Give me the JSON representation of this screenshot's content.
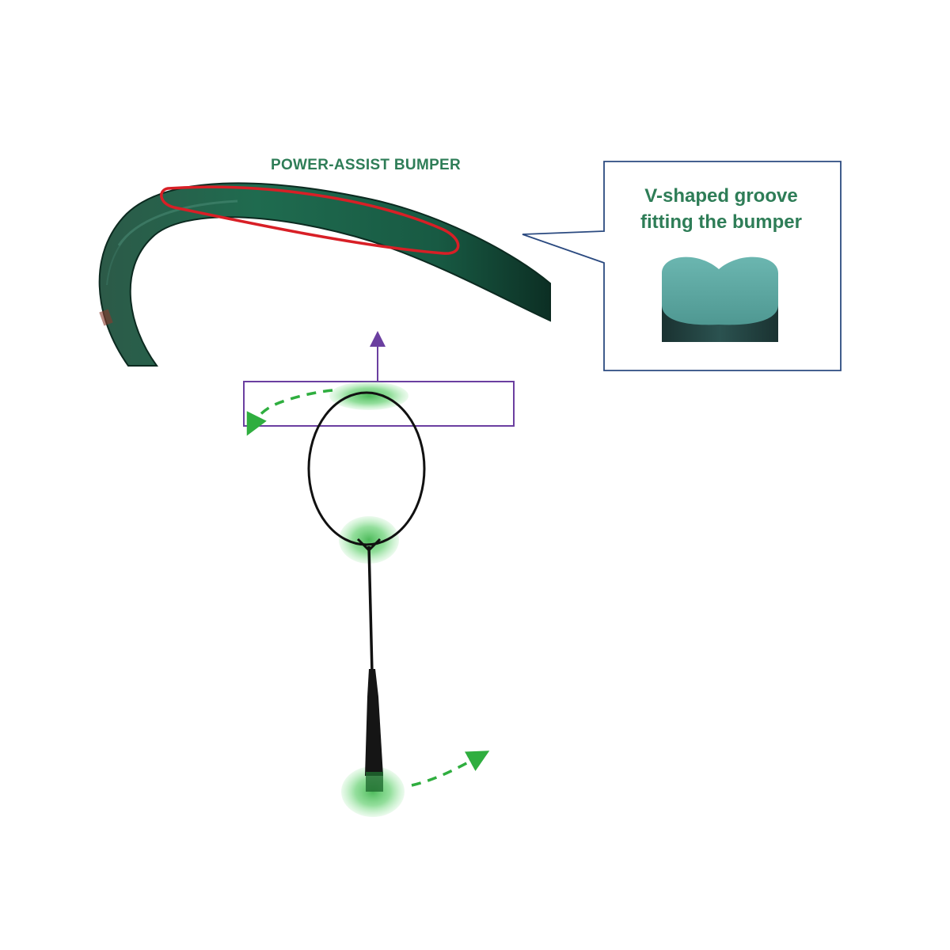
{
  "labels": {
    "bumper_title": "POWER-ASSIST BUMPER",
    "callout_line_1": "V-shaped groove",
    "callout_line_2": "fitting the bumper"
  },
  "colors": {
    "label_green": "#2e7d57",
    "frame_dark_green": "#0f3b2c",
    "frame_mid_green": "#1f6b4f",
    "highlight_red": "#d81f26",
    "callout_border": "#2b4a80",
    "groove_fill": "#5fa8a2",
    "groove_shadow": "#1f3e3d",
    "selection_purple": "#6b3fa0",
    "glow_green": "#3fbf4f",
    "arrow_green": "#2fae3f",
    "racket_black": "#111111"
  },
  "icons": {
    "upward_arrow": "arrow-up-icon",
    "motion_arrows": "dashed-arrow-icon"
  }
}
